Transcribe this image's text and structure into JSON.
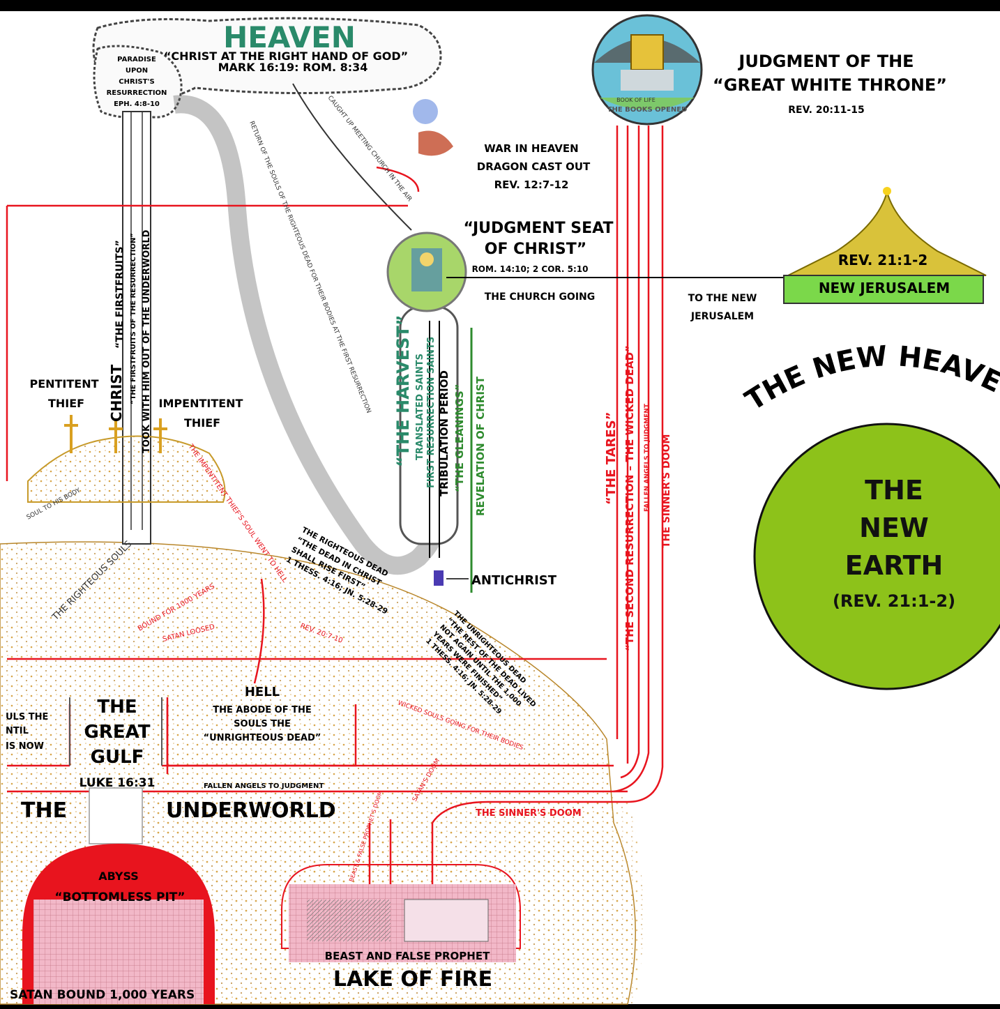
{
  "colors": {
    "red": "#e8141e",
    "green": "#2e8b2e",
    "teal": "#2a8a6a",
    "sand_dots": "#d8a64a",
    "earth_green": "#8dc21a",
    "gold": "#d9b23a",
    "black": "#000000"
  },
  "heaven": {
    "title": "HEAVEN",
    "subtitle": "“CHRIST AT THE RIGHT HAND OF GOD”",
    "ref": "MARK 16:19: ROM. 8:34",
    "paradise": [
      "PARADISE",
      "UPON",
      "CHRIST'S",
      "RESURRECTION",
      "EPH. 4:8-10"
    ]
  },
  "throne": {
    "title_line1": "JUDGMENT OF THE",
    "title_line2": "“GREAT WHITE THRONE”",
    "ref": "REV. 20:11-15",
    "books": "THE BOOKS OPENED",
    "book_of_life": "BOOK OF LIFE"
  },
  "war": {
    "line1": "WAR IN HEAVEN",
    "line2": "DRAGON CAST OUT",
    "line3": "REV. 12:7-12"
  },
  "judgment_seat": {
    "line1": "“JUDGMENT SEAT",
    "line2": "OF CHRIST”",
    "ref": "ROM. 14:10; 2 COR. 5:10",
    "church": "THE CHURCH GOING"
  },
  "to_new_jerusalem": {
    "line1": "TO THE NEW",
    "line2": "JERUSALEM"
  },
  "new_jerusalem": {
    "ref": "REV. 21:1-2",
    "name": "NEW JERUSALEM"
  },
  "new_heaven": "THE NEW HEAVE",
  "new_earth": {
    "line1": "THE",
    "line2": "NEW",
    "line3": "EARTH",
    "ref": "(REV. 21:1-2)"
  },
  "cross_labels": {
    "pentitent1": "PENTITENT",
    "pentitent2": "THIEF",
    "christ": "CHRIST",
    "impentitent1": "IMPENTITENT",
    "impentitent2": "THIEF"
  },
  "vertical_labels": {
    "firstfruits": "“THE FIRSTFRUITS”",
    "firstfruits_res": "“THE FIRSTFRUITS OF THE RESURRECTION”",
    "took_with": "TOOK WITH HIM OUT OF THE UNDERWORLD",
    "harvest": "“THE HARVEST”",
    "translated": "TRANSLATED SAINTS",
    "first_res": "FIRST RESURRECTION SAINTS",
    "tribulation": "TRIBULATION PERIOD",
    "gleanings": "“THE GLEANINGS”",
    "revelation": "REVELATION OF CHRIST",
    "tares": "“THE TARES”",
    "second_res": "“THE SECOND RESURRECTION – THE WICKED DEAD”",
    "fallen_angels": "FALLEN ANGELS TO JUDGMENT",
    "sinners_doom_v": "THE SINNER'S DOOM"
  },
  "curve_labels": {
    "return_souls": "RETURN OF THE SOULS OF THE RIGHTEOUS DEAD FOR THEIR BODIES AT THE FIRST RESURRECTION",
    "caught_up": "CAUGHT UP MEETING CHURCH IN THE AIR",
    "righteous_souls": "THE RIGHTEOUS SOULS",
    "soul_body": "SOUL TO HIS BODY",
    "impentitent_souls": "THE IMPENTITENT THIEF'S SOUL WENT TO HELL",
    "wicked_souls": "WICKED SOULS GOING FOR THEIR BODIES",
    "satan_loosed": "SATAN LOOSED",
    "bound": "BOUND FOR 1000 YEARS",
    "rev2010": "REV. 20:7-10",
    "satans_doom": "SATAN'S DOOM",
    "beast_doom": "BEAST & FALSE PROPHET'S DOOM"
  },
  "righteous_dead": [
    "THE RIGHTEOUS DEAD",
    "“THE DEAD IN CHRIST",
    "SHALL RISE FIRST”",
    "1 THESS. 4:16; JN. 5:28-29"
  ],
  "unrighteous_dead": [
    "THE UNRIGHTEOUS DEAD",
    "“THE REST OF THE DEAD LIVED",
    "NOT AGAIN UNTIL THE 1,000",
    "YEARS WERE FINISHED”",
    "1 THESS. 4:16; JN. 5:28-29"
  ],
  "antichrist": "ANTICHRIST",
  "hell": {
    "title": "HELL",
    "line1": "THE ABODE OF THE",
    "line2": "SOULS THE",
    "line3": "“UNRIGHTEOUS DEAD”"
  },
  "gulf": {
    "line1": "THE",
    "line2": "GREAT",
    "line3": "GULF",
    "ref": "LUKE 16:31"
  },
  "left_cut": [
    "ULS THE",
    "NTIL",
    "IS NOW"
  ],
  "underworld_left": "THE",
  "underworld_right": "UNDERWORLD",
  "fallen_angels_h": "FALLEN ANGELS TO JUDGMENT",
  "sinners_doom_h": "THE SINNER'S DOOM",
  "abyss": {
    "line1": "ABYSS",
    "line2": "“BOTTOMLESS PIT”",
    "bottom": "SATAN BOUND 1,000 YEARS"
  },
  "lake": {
    "line1": "BEAST AND FALSE PROPHET",
    "line2": "LAKE OF FIRE"
  }
}
